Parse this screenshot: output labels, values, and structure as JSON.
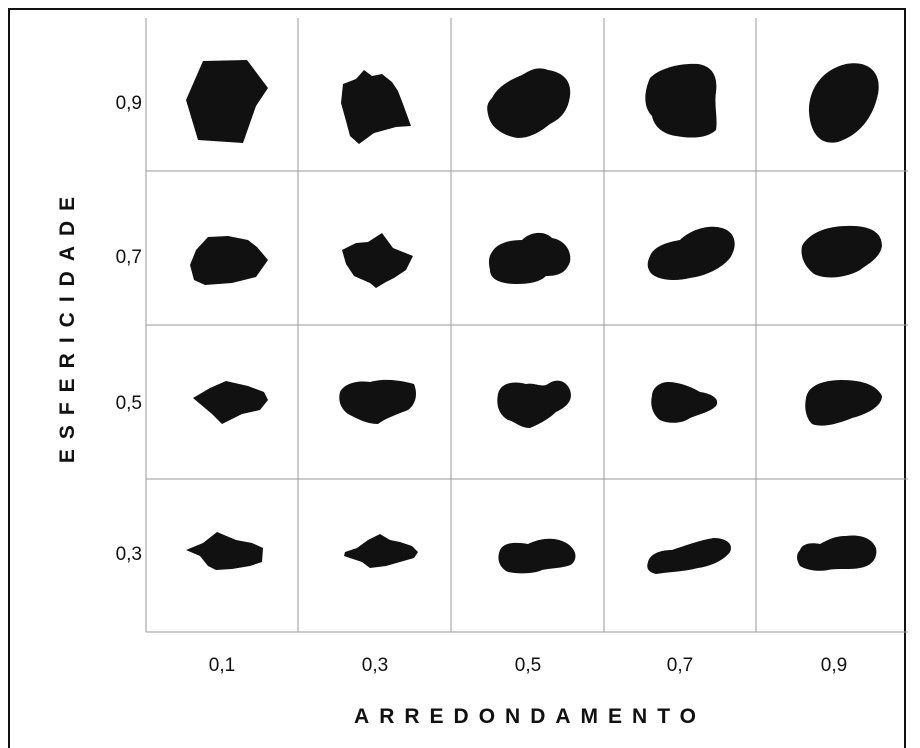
{
  "chart_data": {
    "type": "table",
    "xlabel": "ARREDONDAMENTO",
    "ylabel": "ESFERICIDADE",
    "x_ticks": [
      "0,1",
      "0,3",
      "0,5",
      "0,7",
      "0,9"
    ],
    "y_ticks": [
      "0,9",
      "0,7",
      "0,5",
      "0,3"
    ],
    "cells": "20 black grain silhouettes, one per (sphericity, roundness) combination"
  }
}
